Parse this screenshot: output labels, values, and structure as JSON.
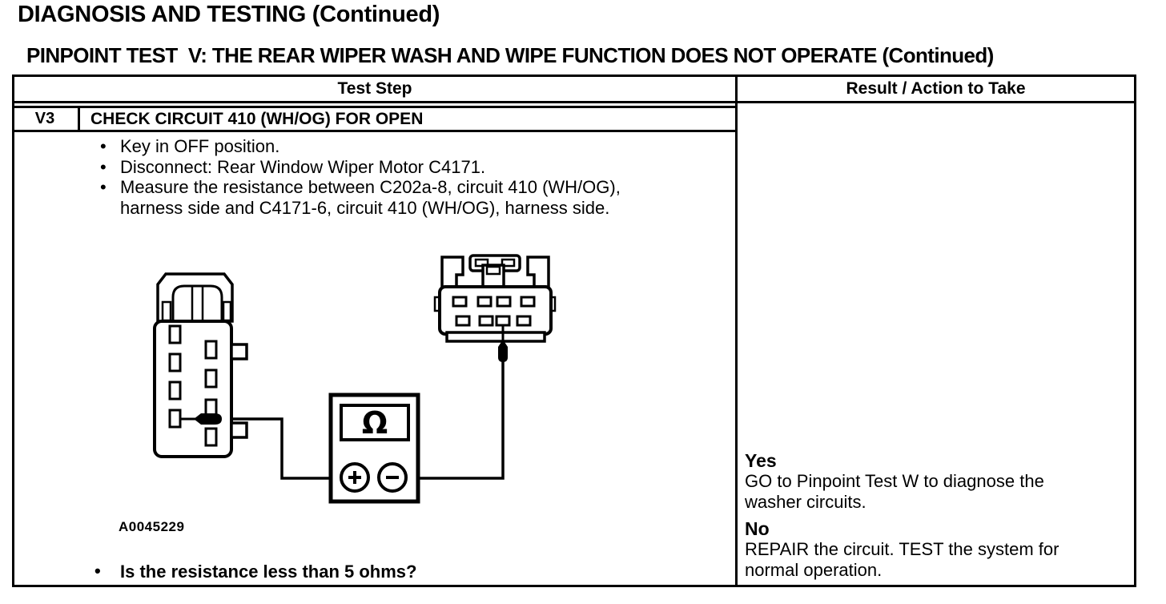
{
  "page": {
    "title": "DIAGNOSIS AND TESTING (Continued)",
    "subtitle": "PINPOINT TEST  V: THE REAR WIPER WASH AND WIPE FUNCTION DOES NOT OPERATE (Continued)"
  },
  "table": {
    "headers": {
      "test_step": "Test Step",
      "result": "Result / Action to Take"
    },
    "step": {
      "id": "V3",
      "title": "CHECK CIRCUIT 410 (WH/OG) FOR OPEN",
      "bullets": [
        "Key in OFF position.",
        "Disconnect: Rear Window Wiper Motor C4171.",
        "Measure the resistance between C202a-8, circuit 410 (WH/OG), harness side and C4171-6, circuit 410 (WH/OG), harness side."
      ],
      "figure_label": "A0045229",
      "question": "Is the resistance less than 5 ohms?",
      "diagram": {
        "description": "Ohmmeter connected between connector C202a pin (harness side) and connector C4171 pin (harness side)",
        "meter_symbol": "Ω",
        "terminal_positive": "+",
        "terminal_negative": "−"
      }
    },
    "results": [
      {
        "answer": "Yes",
        "action": "GO to Pinpoint Test W to diagnose the washer circuits."
      },
      {
        "answer": "No",
        "action": "REPAIR the circuit. TEST the system for normal operation."
      }
    ]
  },
  "colors": {
    "ink": "#000000",
    "paper": "#ffffff"
  }
}
